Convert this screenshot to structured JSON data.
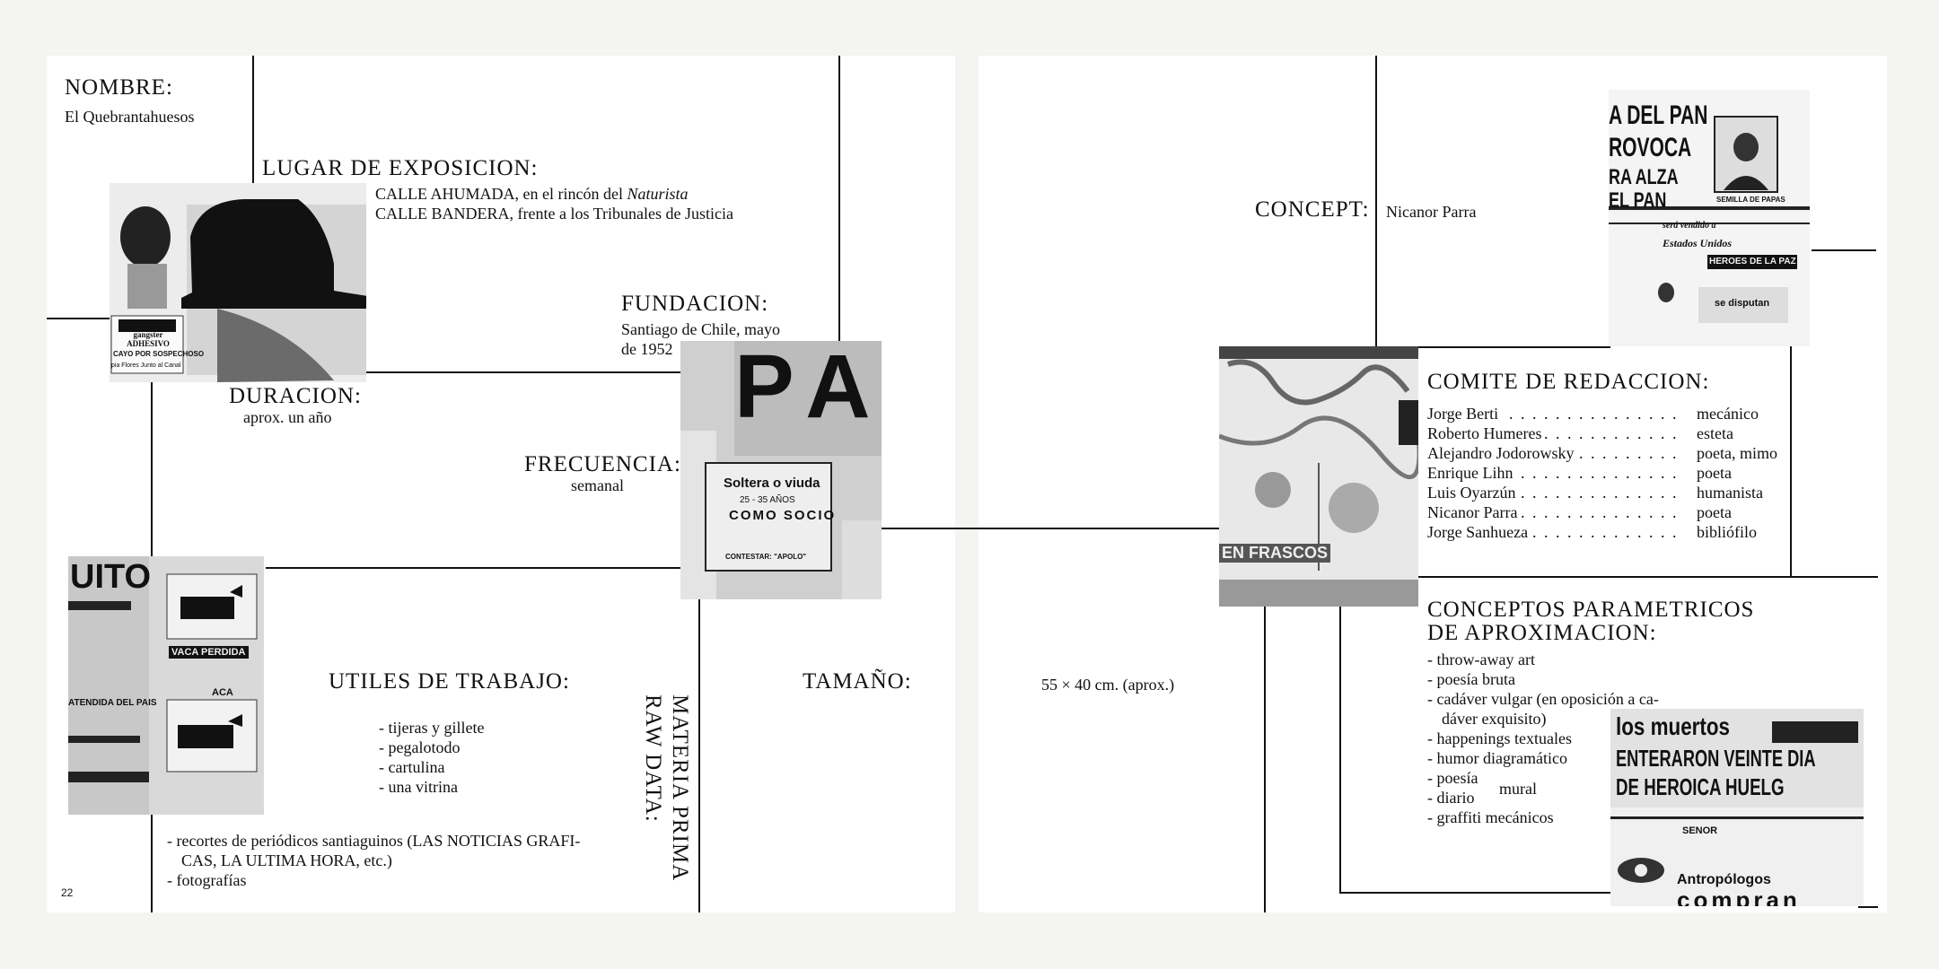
{
  "left_page": {
    "page_number": "22",
    "nombre": {
      "label": "NOMBRE:",
      "value": "El Quebrantahuesos"
    },
    "lugar": {
      "label": "LUGAR DE EXPOSICION:",
      "line1_prefix": "CALLE AHUMADA, en el rincón del ",
      "line1_italic": "Naturista",
      "line2": "CALLE BANDERA, frente a los Tribunales de Justicia"
    },
    "fundacion": {
      "label": "FUNDACION:",
      "line1": "Santiago de Chile, mayo",
      "line2": "de 1952"
    },
    "duracion": {
      "label": "DURACION:",
      "value": "aprox. un año"
    },
    "frecuencia": {
      "label": "FRECUENCIA:",
      "value": "semanal"
    },
    "utiles": {
      "label": "UTILES DE TRABAJO:",
      "items": [
        "tijeras y gillete",
        "pegalotodo",
        "cartulina",
        "una vitrina"
      ]
    },
    "materia": {
      "label_line1": "MATERIA PRIMA",
      "label_line2": "RAW DATA:"
    },
    "materia_items": [
      "recortes de periódicos santiaguinos (LAS NOTICIAS GRAFI-",
      "CAS, LA ULTIMA HORA, etc.)",
      "fotografías"
    ],
    "photo1_texts": {
      "badge": "gangster ADHESIVO",
      "caption": "CAYO POR SOSPECHOSO",
      "caption2": "pia Flores Junto al Canal"
    },
    "photo2_texts": {
      "big": "PA",
      "sign1": "Soltera o viuda",
      "sign2": "25 - 35 AÑOS",
      "sign3": "COMO SOCIO",
      "sign4": "CONTESTAR: \"APOLO\""
    },
    "photo3_texts": {
      "t1": "UITO",
      "t2": "VACA PERDIDA",
      "t3": "ATENDIDA DEL PAIS",
      "t4": "ACA"
    }
  },
  "right_page": {
    "tamano": {
      "label": "TAMAÑO:",
      "value": "55 × 40 cm. (aprox.)"
    },
    "concept": {
      "label": "CONCEPT:",
      "value": "Nicanor Parra"
    },
    "comite": {
      "label": "COMITE DE REDACCION:",
      "members": [
        {
          "name": "Jorge Berti",
          "role": "mecánico"
        },
        {
          "name": "Roberto Humeres",
          "role": "esteta"
        },
        {
          "name": "Alejandro Jodorowsky",
          "role": "poeta, mimo"
        },
        {
          "name": "Enrique Lihn",
          "role": "poeta"
        },
        {
          "name": "Luis Oyarzún",
          "role": "humanista"
        },
        {
          "name": "Nicanor Parra",
          "role": "poeta"
        },
        {
          "name": "Jorge Sanhueza",
          "role": "bibliófilo"
        }
      ]
    },
    "conceptos": {
      "label_line1": "CONCEPTOS PARAMETRICOS",
      "label_line2": "DE APROXIMACION:",
      "items": [
        "throw-away art",
        "poesía bruta",
        "cadáver vulgar (en oposición a ca-",
        "happenings textuales",
        "humor diagramático",
        "poesía",
        "diario",
        "graffiti mecánicos"
      ],
      "cont_line": "dáver exquisito)",
      "mural": "mural"
    },
    "photo4_texts": {
      "a": "A DEL PAN",
      "b": "ROVOCA",
      "c": "RA ALZA",
      "d": "EL PAN",
      "e": "será vendido a",
      "f": "Estados Unidos",
      "g": "HEROES DE LA PAZ",
      "h": "se disputan",
      "i": "SEMILLA DE PAPAS"
    },
    "photo5_texts": {
      "a": "EN FRASCOS"
    },
    "photo6_texts": {
      "a": "los muertos",
      "b": "ENTERARON VEINTE DIA",
      "c": "DE HEROICA HUELG",
      "d": "Antropólogos",
      "e": "compran",
      "f": "SENOR"
    }
  }
}
